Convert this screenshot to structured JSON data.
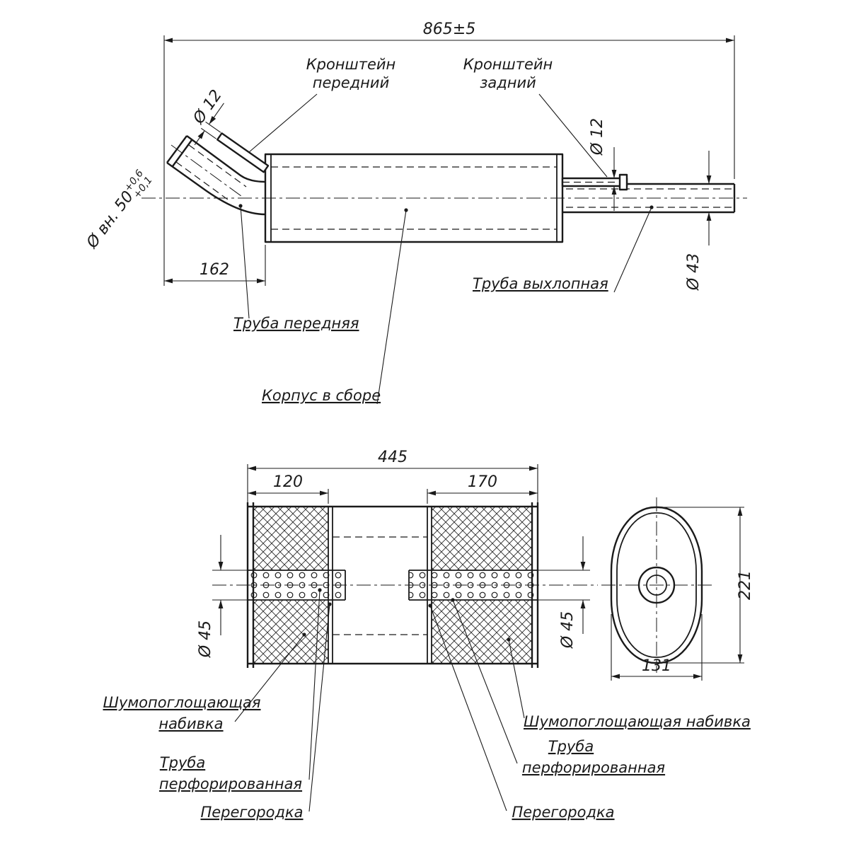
{
  "colors": {
    "ink": "#1a1a1a",
    "background": "#ffffff"
  },
  "top_view": {
    "dim_total_length": "865±5",
    "dim_front_pipe_length": "162",
    "dia_front_bracket": "Ø 12",
    "dia_rear_bracket": "Ø 12",
    "dia_exhaust_pipe": "Ø 43",
    "dia_inlet": "Ø вн. 50",
    "dia_inlet_tol_upper": "+0,6",
    "dia_inlet_tol_lower": "+0,1",
    "label_front_bracket_line1": "Кронштейн",
    "label_front_bracket_line2": "передний",
    "label_rear_bracket_line1": "Кронштейн",
    "label_rear_bracket_line2": "задний",
    "label_front_pipe": "Труба передняя",
    "label_exhaust_pipe": "Труба выхлопная",
    "label_body_assembly": "Корпус в сборе"
  },
  "section_view": {
    "dim_body_length": "445",
    "dim_left_chamber": "120",
    "dim_right_chamber": "170",
    "dia_perforated_pipe_left": "Ø 45",
    "dia_perforated_pipe_right": "Ø 45",
    "label_padding_left_line1": "Шумопоглощающая",
    "label_padding_left_line2": "набивка",
    "label_perforated_left_line1": "Труба",
    "label_perforated_left_line2": "перфорированная",
    "label_partition_left": "Перегородка",
    "label_padding_right": "Шумопоглощающая набивка",
    "label_perforated_right_line1": "Труба",
    "label_perforated_right_line2": "перфорированная",
    "label_partition_right": "Перегородка"
  },
  "end_view": {
    "dim_height": "221",
    "dim_width": "131"
  }
}
